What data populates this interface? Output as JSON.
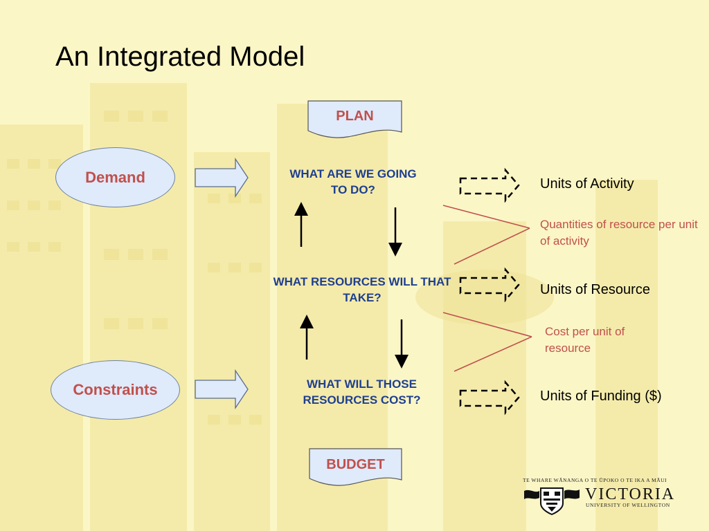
{
  "slide": {
    "title": "An Integrated Model",
    "background_color": "#fbf6c6"
  },
  "diagram": {
    "plan_label": "PLAN",
    "budget_label": "BUDGET",
    "inputs": [
      {
        "label": "Demand"
      },
      {
        "label": "Constraints"
      }
    ],
    "questions": [
      {
        "text": "WHAT ARE WE GOING TO DO?"
      },
      {
        "text": "WHAT RESOURCES WILL THAT TAKE?"
      },
      {
        "text": "WHAT WILL THOSE RESOURCES COST?"
      }
    ],
    "units": [
      {
        "label": "Units of Activity"
      },
      {
        "label": "Units of Resource"
      },
      {
        "label": "Units of Funding ($)"
      }
    ],
    "notes": [
      {
        "text": "Quantities of resource per unit of activity"
      },
      {
        "text": "Cost per unit of resource"
      }
    ],
    "colors": {
      "accent_red": "#c0504d",
      "question_blue": "#1f3f8f",
      "box_fill": "#dfeafa"
    }
  },
  "logo": {
    "motto": "TE WHARE WĀNANGA O TE ŪPOKO O TE IKA A MĀUI",
    "name": "VICTORIA",
    "subtitle": "UNIVERSITY OF WELLINGTON",
    "crest_icon": "university-crest-icon"
  }
}
